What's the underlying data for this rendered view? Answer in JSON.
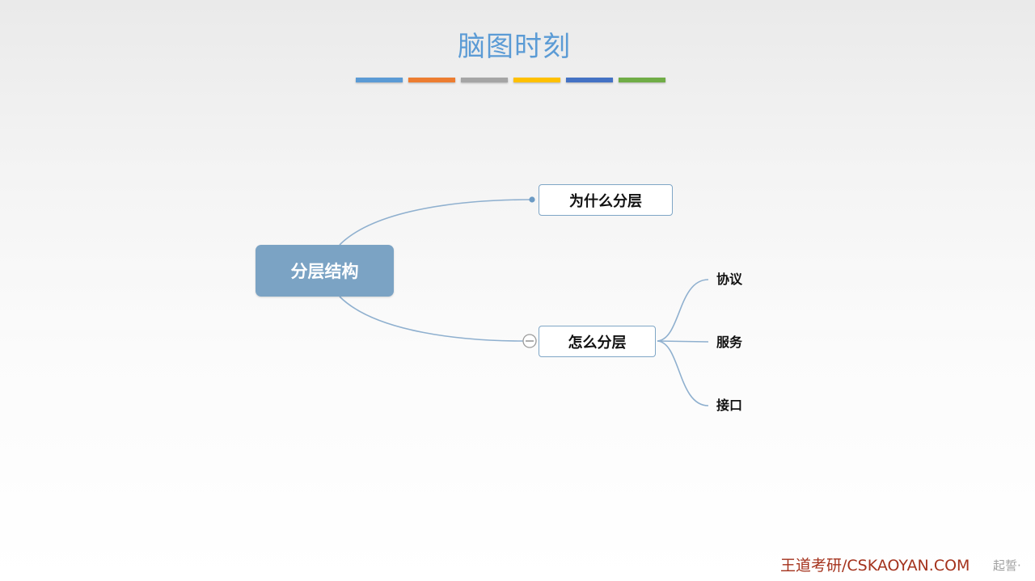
{
  "slide": {
    "title": "脑图时刻",
    "title_color": "#5b9bd5",
    "accent_bars": [
      "#5b9bd5",
      "#ed7d31",
      "#a5a5a5",
      "#ffc000",
      "#4472c4",
      "#70ad47"
    ],
    "background": "light gray to white gradient"
  },
  "mindmap": {
    "root": {
      "label": "分层结构",
      "fill": "#7ba3c4"
    },
    "branches": [
      {
        "label": "为什么分层",
        "end_marker": "dot-icon"
      },
      {
        "label": "怎么分层",
        "end_marker": "collapse-minus-icon",
        "children": [
          "协议",
          "服务",
          "接口"
        ]
      }
    ],
    "line_color": "#8fb0cf"
  },
  "footer": {
    "brand": "王道考研/CSKAOYAN.COM",
    "brand_color": "#a4321c",
    "watermark": "起誓·"
  }
}
